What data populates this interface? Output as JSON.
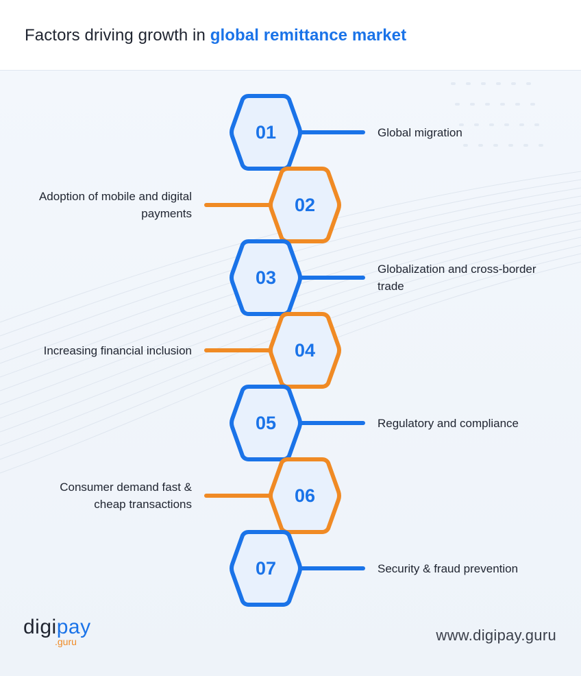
{
  "header": {
    "title_plain": "Factors driving growth in ",
    "title_highlight": "global remittance market"
  },
  "colors": {
    "blue": "#1a73e8",
    "orange": "#f08a24",
    "hex_fill": "#e8f1fd",
    "text": "#1f2430"
  },
  "factors": [
    {
      "number": "01",
      "label": "Global migration",
      "side": "right",
      "color": "blue"
    },
    {
      "number": "02",
      "label": "Adoption of mobile and digital payments",
      "side": "left",
      "color": "orange"
    },
    {
      "number": "03",
      "label": "Globalization and cross-border trade",
      "side": "right",
      "color": "blue"
    },
    {
      "number": "04",
      "label": "Increasing financial inclusion",
      "side": "left",
      "color": "orange"
    },
    {
      "number": "05",
      "label": "Regulatory and compliance",
      "side": "right",
      "color": "blue"
    },
    {
      "number": "06",
      "label": "Consumer demand fast & cheap transactions",
      "side": "left",
      "color": "orange"
    },
    {
      "number": "07",
      "label": "Security & fraud prevention",
      "side": "right",
      "color": "blue"
    }
  ],
  "footer": {
    "logo_digi": "digi",
    "logo_pay": "pay",
    "logo_sub": ".guru",
    "website": "www.digipay.guru"
  }
}
